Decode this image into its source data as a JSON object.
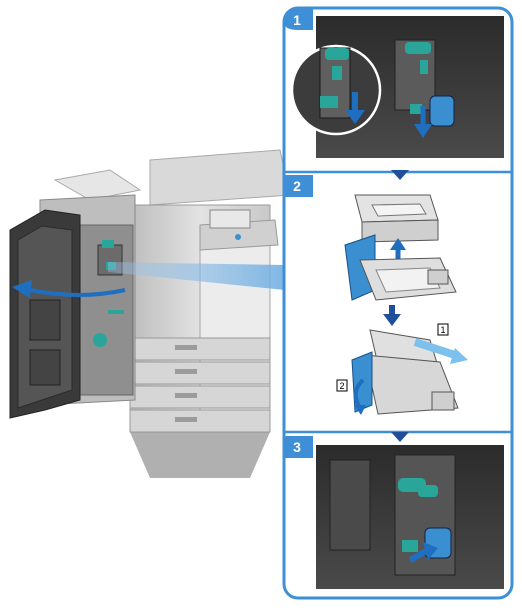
{
  "steps": [
    {
      "number": "1"
    },
    {
      "number": "2"
    },
    {
      "number": "3"
    }
  ],
  "labels": {
    "label_1": "1",
    "label_2": "2"
  },
  "colors": {
    "frame_blue": "#3f8fd6",
    "arrow_blue": "#1f6fc1",
    "light_arrow_blue": "#7cc0ee",
    "teal": "#2aa59a",
    "machine_gray": "#c8c8c8",
    "photo_dark": "#3a3a3a"
  },
  "icons": {
    "step_arrow": "down-triangle-icon",
    "door_arrow": "curved-arrow-icon",
    "pull_arrow": "down-arrow-icon",
    "lift_arrow": "up-arrow-icon"
  }
}
